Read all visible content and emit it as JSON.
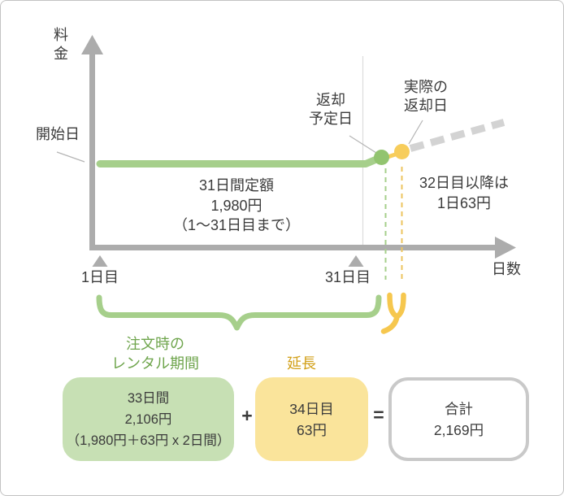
{
  "colors": {
    "axis_gray": "#acacac",
    "thin_guide_gray": "#dcdcdc",
    "dashed_future_gray": "#d3d3d3",
    "green_line": "#a6cf8b",
    "green_dot": "#92c46f",
    "yellow_accent": "#f7cd5b",
    "green_label_text": "#6fa54d",
    "yellow_label_text": "#d2a019",
    "green_box_bg": "#c7e0b4",
    "yellow_box_bg": "#fae49b",
    "total_box_border": "#c9c9c9",
    "body_text": "#3b3b3b"
  },
  "chart": {
    "y_axis_label": "料\n金",
    "x_axis_label": "日数",
    "start_point_label": "開始日",
    "scheduled_return_label": "返却\n予定日",
    "actual_return_label": "実際の\n返却日",
    "flat_rate_note": "31日間定額\n1,980円\n（1～31日目まで）",
    "overage_note": "32日目以降は\n1日63円",
    "x_tick_first_day": "1日目",
    "x_tick_day_31": "31日目"
  },
  "summary": {
    "rental_period_label": "注文時の\nレンタル期間",
    "extension_label": "延長",
    "rental_box_text": "33日間\n2,106円\n（1,980円＋63円 x 2日間）",
    "plus_sign": "+",
    "extension_box_text": "34日目\n63円",
    "equals_sign": "=",
    "total_box_text": "合計\n2,169円"
  }
}
